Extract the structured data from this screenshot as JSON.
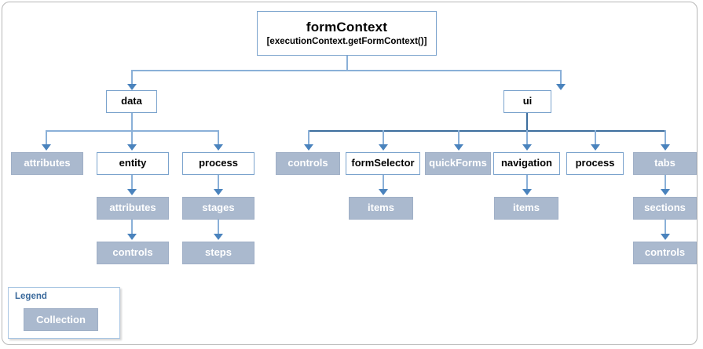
{
  "diagram": {
    "root": {
      "title": "formContext",
      "subtitle": "[executionContext.getFormContext()]"
    },
    "branches": [
      {
        "label": "data"
      },
      {
        "label": "ui"
      }
    ],
    "data_children": [
      {
        "label": "attributes",
        "kind": "collection"
      },
      {
        "label": "entity",
        "kind": "object"
      },
      {
        "label": "process",
        "kind": "object"
      }
    ],
    "data_grandchildren": [
      {
        "label": "attributes",
        "kind": "collection"
      },
      {
        "label": "stages",
        "kind": "collection"
      }
    ],
    "data_greatgrandchildren": [
      {
        "label": "controls",
        "kind": "collection"
      },
      {
        "label": "steps",
        "kind": "collection"
      }
    ],
    "ui_children": [
      {
        "label": "controls",
        "kind": "collection"
      },
      {
        "label": "formSelector",
        "kind": "object"
      },
      {
        "label": "quickForms",
        "kind": "collection"
      },
      {
        "label": "navigation",
        "kind": "object"
      },
      {
        "label": "process",
        "kind": "object"
      },
      {
        "label": "tabs",
        "kind": "collection"
      }
    ],
    "ui_grandchildren": [
      {
        "label": "items",
        "kind": "collection"
      },
      {
        "label": "items",
        "kind": "collection"
      },
      {
        "label": "sections",
        "kind": "collection"
      }
    ],
    "ui_greatgrandchildren": [
      {
        "label": "controls",
        "kind": "collection"
      }
    ]
  },
  "legend": {
    "title": "Legend",
    "swatch_label": "Collection"
  },
  "colors": {
    "collection_fill": "#aab9ce",
    "collection_border": "#9fafc6",
    "object_border": "#7ba3cd",
    "connector": "#8ab0d8",
    "connector_dark": "#3d6e9e",
    "legend_title": "#3b6a9c",
    "frame_border": "#b7b7b7"
  }
}
